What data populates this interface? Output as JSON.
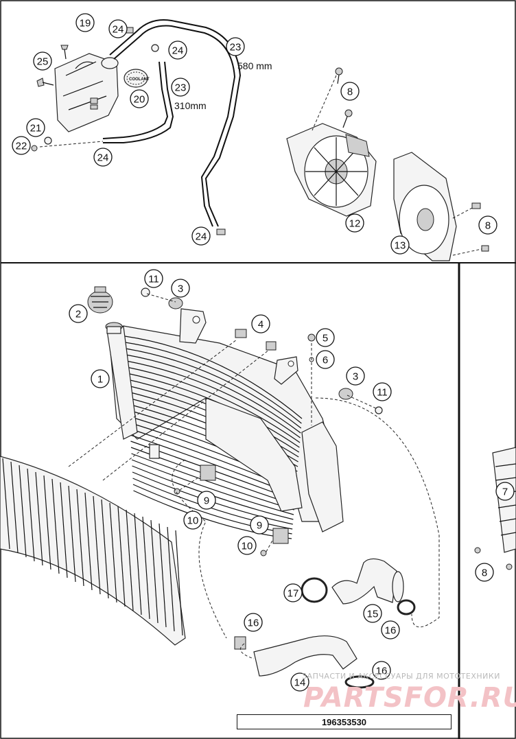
{
  "diagram": {
    "reference_number": "196353530",
    "dimensions": {
      "hose_long": "580 mm",
      "hose_short": "310mm"
    },
    "coolant_cap_label": "COOLANT",
    "watermark": {
      "caption": "ЗАПЧАСТИ И АКСЕССУАРЫ ДЛЯ МОТОТЕХНИКИ",
      "brand": "PARTSFOR.RU"
    },
    "callouts": {
      "c1": "1",
      "c2": "2",
      "c3a": "3",
      "c3b": "3",
      "c4": "4",
      "c5": "5",
      "c6": "6",
      "c7": "7",
      "c8a": "8",
      "c8b": "8",
      "c8c": "8",
      "c9a": "9",
      "c9b": "9",
      "c10a": "10",
      "c10b": "10",
      "c11a": "11",
      "c11b": "11",
      "c12": "12",
      "c13": "13",
      "c14": "14",
      "c15": "15",
      "c16a": "16",
      "c16b": "16",
      "c16c": "16",
      "c17": "17",
      "c19": "19",
      "c20": "20",
      "c21": "21",
      "c22": "22",
      "c23a": "23",
      "c23b": "23",
      "c24a": "24",
      "c24b": "24",
      "c24c": "24",
      "c24d": "24",
      "c25": "25"
    }
  }
}
